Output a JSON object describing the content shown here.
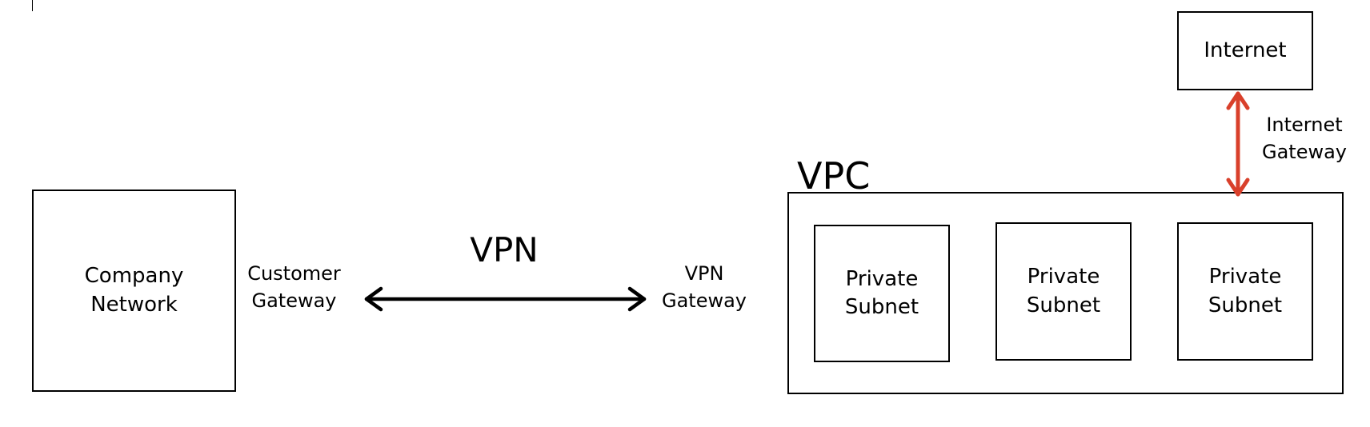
{
  "nodes": {
    "company_network": "Company\nNetwork",
    "internet": "Internet",
    "subnets": [
      "Private\nSubnet",
      "Private\nSubnet",
      "Private\nSubnet"
    ]
  },
  "labels": {
    "vpc": "VPC",
    "vpn": "VPN",
    "customer_gateway": "Customer\nGateway",
    "vpn_gateway": "VPN\nGateway",
    "internet_gateway": "Internet\nGateway"
  },
  "colors": {
    "stroke": "#000000",
    "internet_gateway_arrow": "#d9402b"
  }
}
